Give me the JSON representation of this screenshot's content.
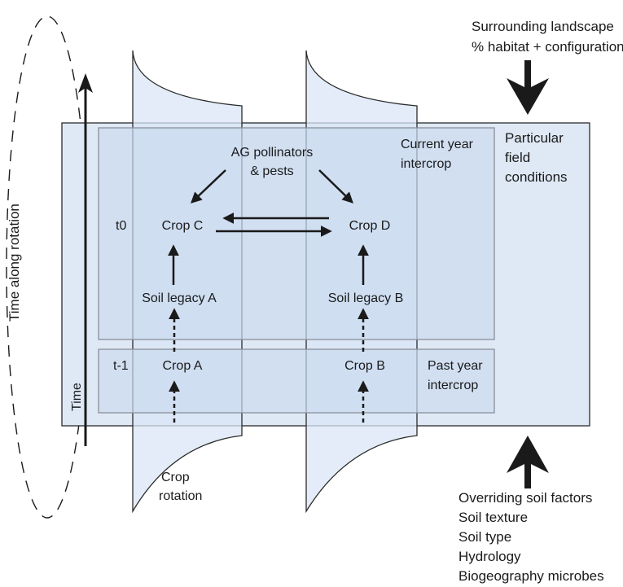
{
  "diagram": {
    "top_right": [
      "Surrounding landscape",
      "% habitat + configuration"
    ],
    "field_conditions": [
      "Particular",
      "field",
      "conditions"
    ],
    "current_year": [
      "Current year",
      "intercrop"
    ],
    "past_year": [
      "Past year",
      "intercrop"
    ],
    "pollinators": [
      "AG pollinators",
      "& pests"
    ],
    "t0": "t0",
    "t_minus_1": "t-1",
    "crop_c": "Crop C",
    "crop_d": "Crop D",
    "crop_a": "Crop A",
    "crop_b": "Crop B",
    "soil_legacy_a": "Soil legacy A",
    "soil_legacy_b": "Soil legacy B",
    "time": "Time",
    "time_along_rotation": "Time along rotation",
    "crop_rotation": [
      "Crop",
      "rotation"
    ],
    "soil_factors": [
      "Overriding soil factors",
      "Soil texture",
      "Soil type",
      "Hydrology",
      "Biogeography microbes"
    ]
  },
  "colors": {
    "panel_fill": "#dfe9f6",
    "panel_stroke": "#2b2b2b",
    "inner_fill": "#cbdaef",
    "inner_stroke": "#8a8f99"
  }
}
